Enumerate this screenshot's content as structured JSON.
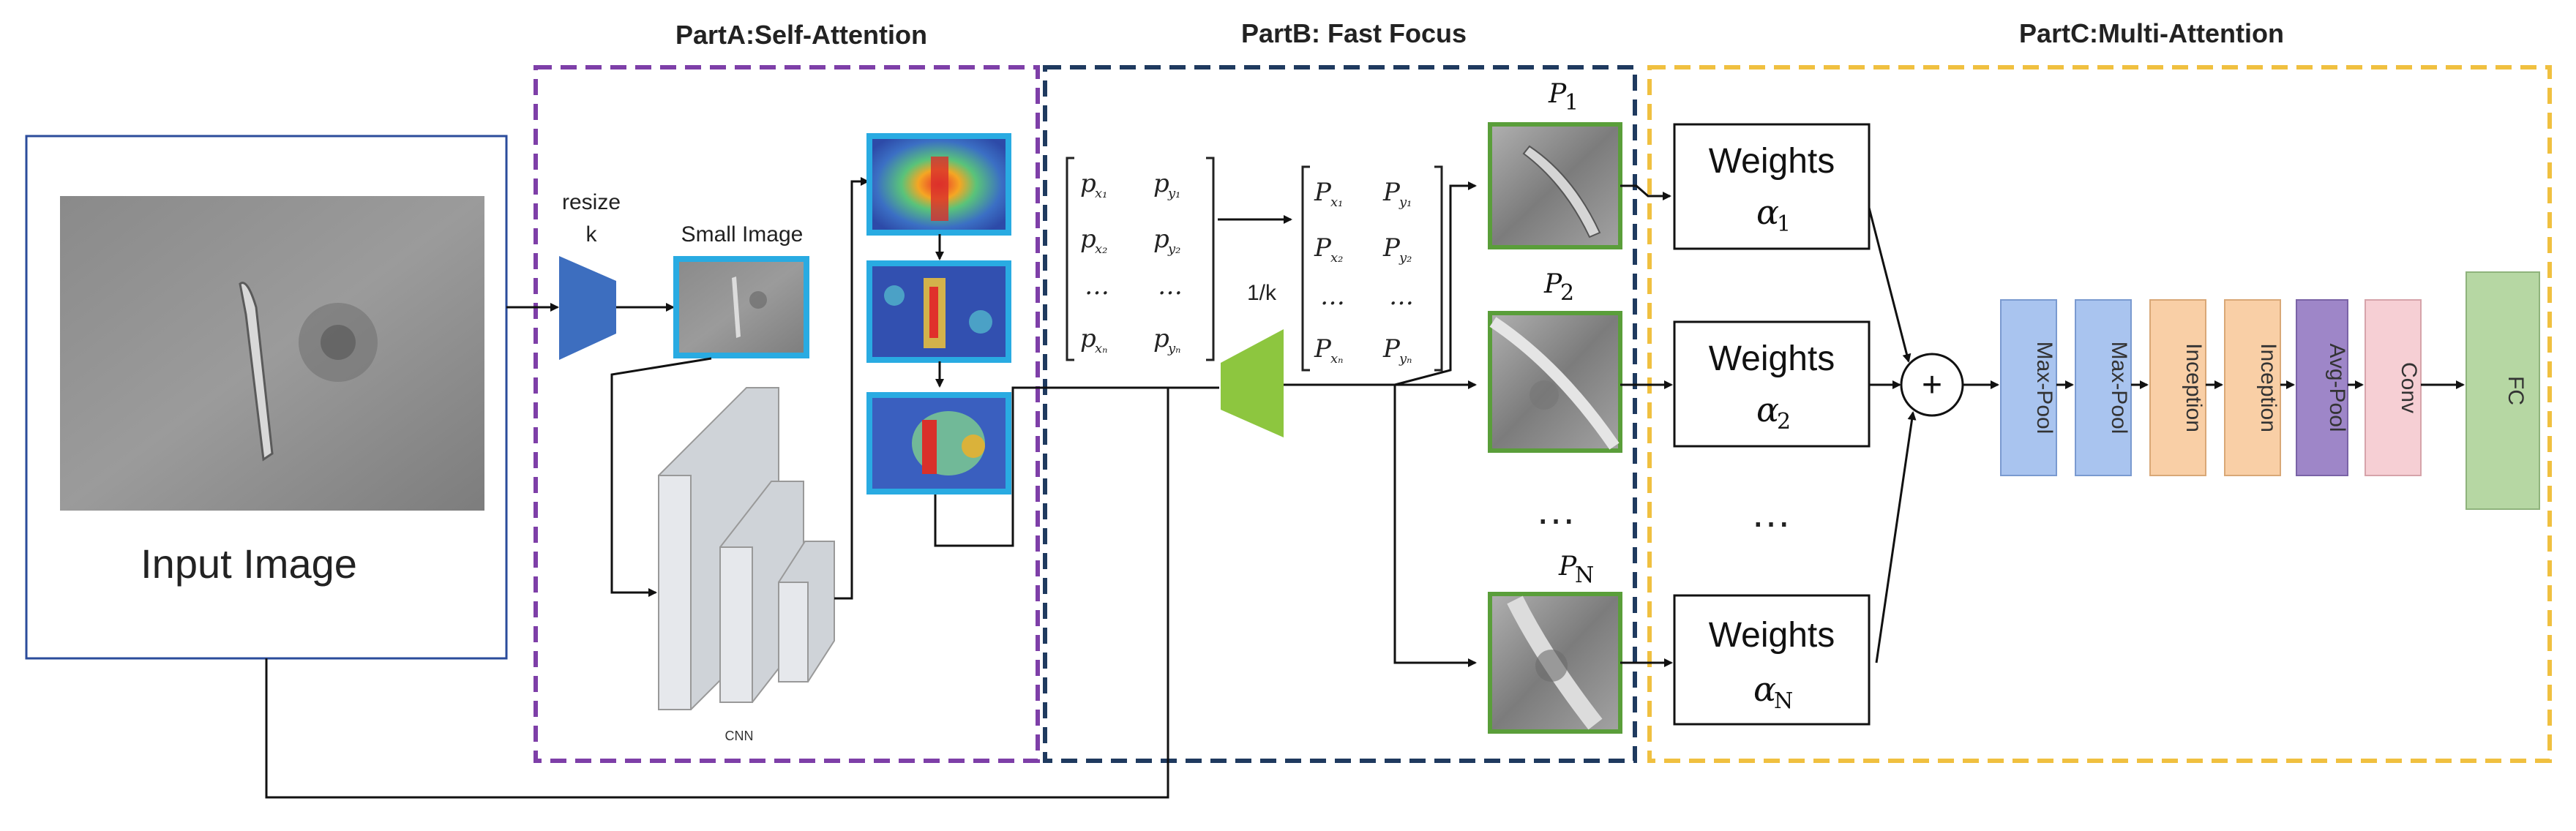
{
  "parts": {
    "a_title": "PartA:Self-Attention",
    "b_title": "PartB:  Fast Focus",
    "c_title": "PartC:Multi-Attention"
  },
  "input": {
    "label": "Input Image"
  },
  "resize": {
    "label": "resize",
    "k": "k"
  },
  "small_image": {
    "label": "Small Image"
  },
  "cnn": {
    "label": "CNN"
  },
  "inv_scale": {
    "label": "1/k"
  },
  "matrix_left": {
    "r1c1": "p",
    "r1c1_sub": "x₁",
    "r1c2": "p",
    "r1c2_sub": "y₁",
    "r2c1": "p",
    "r2c1_sub": "x₂",
    "r2c2": "p",
    "r2c2_sub": "y₂",
    "r3c1": "…",
    "r3c2": "…",
    "r4c1": "p",
    "r4c1_sub": "xₙ",
    "r4c2": "p",
    "r4c2_sub": "yₙ"
  },
  "matrix_right": {
    "r1c1": "P",
    "r1c1_sub": "x₁",
    "r1c2": "P",
    "r1c2_sub": "y₁",
    "r2c1": "P",
    "r2c1_sub": "x₂",
    "r2c2": "P",
    "r2c2_sub": "y₂",
    "r3c1": "…",
    "r3c2": "…",
    "r4c1": "P",
    "r4c1_sub": "xₙ",
    "r4c2": "P",
    "r4c2_sub": "yₙ"
  },
  "patches": {
    "p1": "P",
    "p1_sub": "1",
    "p2": "P",
    "p2_sub": "2",
    "pn": "P",
    "pn_sub": "N",
    "ellipsis": "…"
  },
  "weights": {
    "w1_label": "Weights",
    "w1_alpha": "α",
    "w1_sub": "1",
    "w2_label": "Weights",
    "w2_alpha": "α",
    "w2_sub": "2",
    "wn_label": "Weights",
    "wn_alpha": "α",
    "wn_sub": "N",
    "ellipsis": "…"
  },
  "sum_symbol": "+",
  "layers": [
    "Max-Pool",
    "Max-Pool",
    "Inception",
    "Inception",
    "Avg-Pool",
    "Conv",
    "FC"
  ],
  "colors": {
    "part_a_border": "#7e3fa8",
    "part_b_border": "#1f3a5f",
    "part_c_border": "#f0c040",
    "input_border": "#2b4c9b",
    "resize_trap": "#3d6ebf",
    "scale_trap": "#8dc63f",
    "small_border": "#29abe2",
    "patch_border": "#5a9e3a",
    "maxpool": "#a9c4ef",
    "inception": "#f9cfa6",
    "avgpool": "#9e86c8",
    "conv": "#f6cfd4",
    "fc": "#b6d7a3"
  }
}
